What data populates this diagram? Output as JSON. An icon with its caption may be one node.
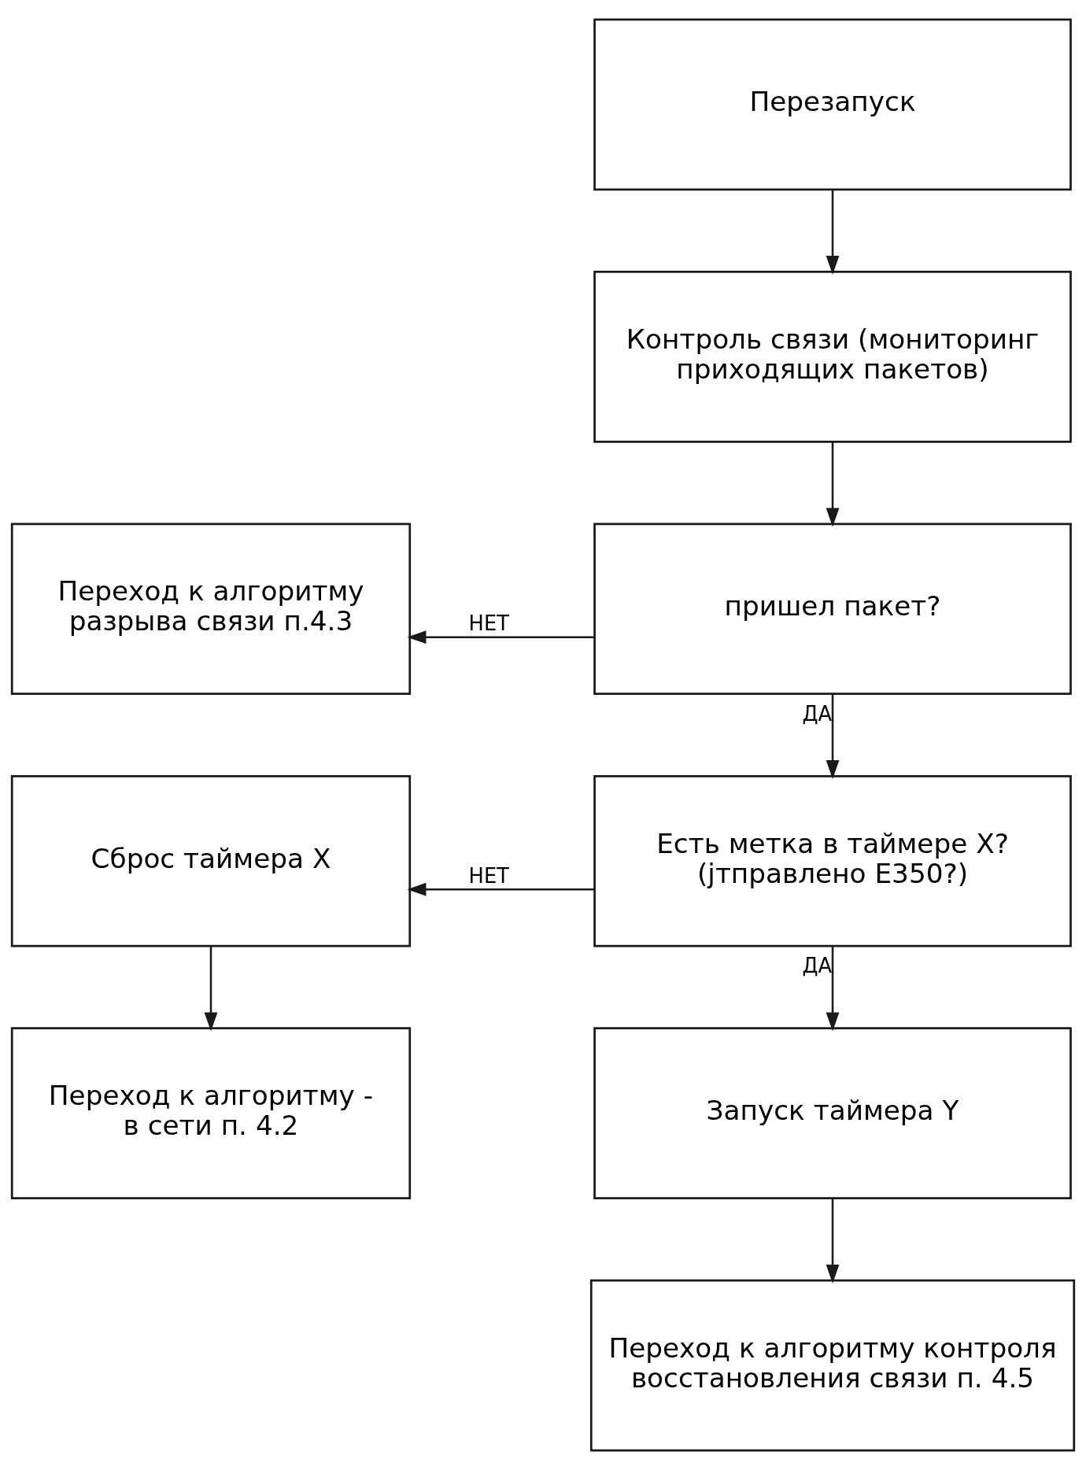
{
  "diagram": {
    "nodes": [
      {
        "text": [
          "Перезапуск"
        ]
      },
      {
        "text": [
          "Контроль связи (мониторинг приходящих пакетов)"
        ]
      },
      {
        "text": [
          "Переход к алгоритму разрыва связи п.4.3"
        ]
      },
      {
        "text": [
          "пришел пакет?"
        ]
      },
      {
        "text": [
          "Сброс таймера X"
        ]
      },
      {
        "text": [
          "Есть метка в таймере X? (jтправлено E350?)"
        ]
      },
      {
        "text": [
          "Переход к алгоритму - в сети п. 4.2"
        ]
      },
      {
        "text": [
          "Запуск таймера Y"
        ]
      },
      {
        "text": [
          "Переход к алгоритму контроля восстановления связи п. 4.5"
        ]
      }
    ],
    "edges": [
      {
        "from": 0,
        "to": 1,
        "arrow": "to"
      },
      {
        "from": 1,
        "to": 3,
        "arrow": "to"
      },
      {
        "from": 3,
        "to": 2,
        "arrow": "to",
        "label": "НЕТ"
      },
      {
        "from": 3,
        "to": 5,
        "arrow": "to",
        "label": "ДА"
      },
      {
        "from": 5,
        "to": 4,
        "arrow": "to",
        "label": "НЕТ"
      },
      {
        "from": 5,
        "to": 7,
        "arrow": "to",
        "label": "ДА"
      },
      {
        "from": 4,
        "to": 6,
        "arrow": "to"
      },
      {
        "from": 7,
        "to": 8,
        "arrow": "to"
      }
    ]
  }
}
